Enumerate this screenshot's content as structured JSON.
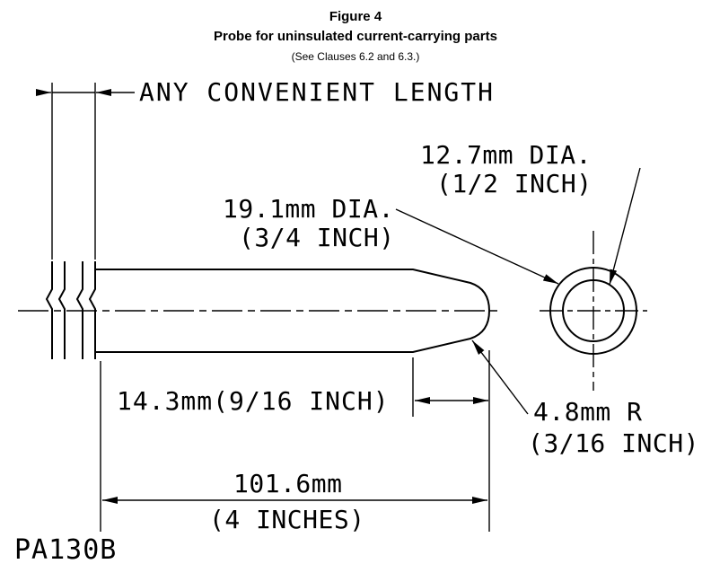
{
  "figure": {
    "number": "Figure 4",
    "title": "Probe for uninsulated current-carrying parts",
    "reference": "(See Clauses 6.2 and 6.3.)"
  },
  "annotations": {
    "length_note": "ANY CONVENIENT LENGTH",
    "outer_diameter": {
      "metric": "19.1mm DIA.",
      "imperial": "(3/4 INCH)"
    },
    "inner_diameter": {
      "metric": "12.7mm DIA.",
      "imperial": "(1/2 INCH)"
    },
    "tip_length": "14.3mm(9/16 INCH)",
    "tip_radius": {
      "metric": "4.8mm R",
      "imperial": "(3/16 INCH)"
    },
    "overall_length": {
      "metric": "101.6mm",
      "imperial": "(4 INCHES)"
    },
    "part_number": "PA130B"
  },
  "colors": {
    "line": "#000000",
    "background": "#ffffff"
  }
}
